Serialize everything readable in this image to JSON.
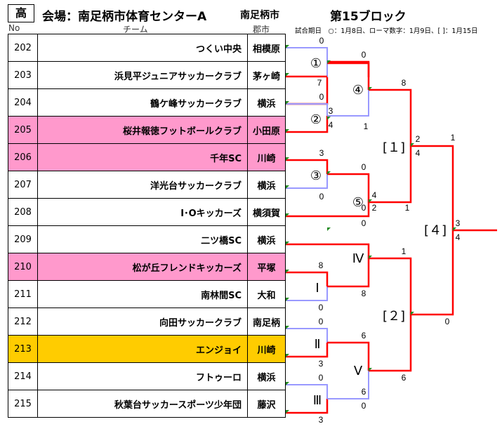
{
  "header": {
    "grade": "高",
    "venue": "会場：南足柄市体育センターA",
    "city": "南足柄市",
    "block": "第15ブロック"
  },
  "columns": {
    "no": "No",
    "team": "チーム",
    "city": "郡市"
  },
  "legend": "試合期日　○：1月8日、ローマ数字：1月9日、[ ]：1月15日",
  "teams": [
    {
      "no": "202",
      "name": "つくい中央",
      "city": "相模原",
      "hl": ""
    },
    {
      "no": "203",
      "name": "浜見平ジュニアサッカークラブ",
      "city": "茅ヶ崎",
      "hl": ""
    },
    {
      "no": "204",
      "name": "鶴ケ峰サッカークラブ",
      "city": "横浜",
      "hl": ""
    },
    {
      "no": "205",
      "name": "桜井報徳フットボールクラブ",
      "city": "小田原",
      "hl": "pink"
    },
    {
      "no": "206",
      "name": "千年SC",
      "city": "川崎",
      "hl": "pink"
    },
    {
      "no": "207",
      "name": "洋光台サッカークラブ",
      "city": "横浜",
      "hl": ""
    },
    {
      "no": "208",
      "name": "I･Oキッカーズ",
      "city": "横須賀",
      "hl": ""
    },
    {
      "no": "209",
      "name": "二ツ橋SC",
      "city": "横浜",
      "hl": ""
    },
    {
      "no": "210",
      "name": "松が丘フレンドキッカーズ",
      "city": "平塚",
      "hl": "pink"
    },
    {
      "no": "211",
      "name": "南林間SC",
      "city": "大和",
      "hl": ""
    },
    {
      "no": "212",
      "name": "向田サッカークラブ",
      "city": "南足柄",
      "hl": ""
    },
    {
      "no": "213",
      "name": "エンジョイ",
      "city": "川崎",
      "hl": "gold"
    },
    {
      "no": "214",
      "name": "フトゥーロ",
      "city": "横浜",
      "hl": ""
    },
    {
      "no": "215",
      "name": "秋葉台サッカースポーツ少年団",
      "city": "藤沢",
      "hl": ""
    }
  ],
  "match_labels": [
    "①",
    "②",
    "③",
    "④",
    "⑤",
    "Ⅰ",
    "Ⅱ",
    "Ⅲ",
    "Ⅳ",
    "Ⅴ",
    "[１]",
    "[２]",
    "[４]"
  ],
  "scores": [
    "0",
    "7",
    "0",
    "3",
    "4",
    "3",
    "0",
    "0",
    "0",
    "1",
    "4",
    "2",
    "0",
    "8",
    "8",
    "0",
    "0",
    "3",
    "0",
    "3",
    "1",
    "8",
    "6",
    "6",
    "0",
    "1",
    "4",
    "2",
    "1",
    "0",
    "0",
    "6",
    "3",
    "4"
  ],
  "colors": {
    "winner_line": "#ff0000",
    "loser_line": "#9999ff",
    "pink": "#ff99cc",
    "gold": "#ffcc00"
  }
}
